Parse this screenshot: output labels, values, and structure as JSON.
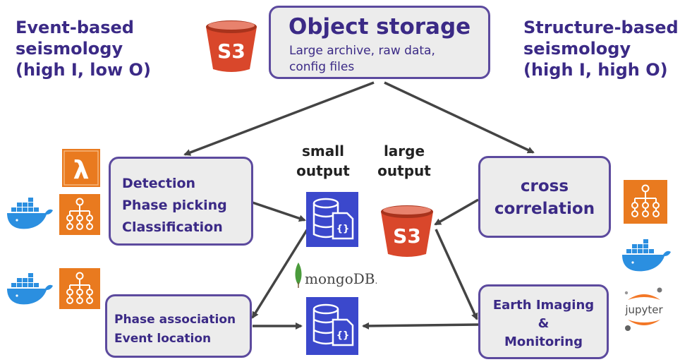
{
  "left_heading": [
    "Event-based",
    "seismology",
    "(high I, low O)"
  ],
  "right_heading": [
    "Structure-based",
    "seismology",
    "(high I, high O)"
  ],
  "storage": {
    "title": "Object storage",
    "subtitle_lines": [
      "Large archive, raw data,",
      "config files"
    ]
  },
  "detection_box": [
    "Detection",
    "Phase picking",
    "Classification"
  ],
  "association_box": [
    "Phase association",
    "Event location"
  ],
  "cross_box": [
    "cross",
    "correlation"
  ],
  "imaging_box": [
    "Earth Imaging",
    "&",
    "Monitoring"
  ],
  "small_output": [
    "small",
    "output"
  ],
  "large_output": [
    "large",
    "output"
  ],
  "s3_label": "S3",
  "mongodb_label": "mongoDB",
  "mongodb_suffix": ".",
  "jupyter_label": "jupyter",
  "lambda_symbol": "λ",
  "icons": [
    "s3-bucket-icon",
    "lambda-icon",
    "docker-icon",
    "step-functions-icon",
    "database-icon",
    "mongodb-leaf-icon",
    "jupyter-icon"
  ],
  "colors": {
    "accent": "#3b2a86",
    "box_border": "#5c4a9e",
    "box_fill": "#ececec",
    "s3_red": "#d9472b",
    "aws_orange": "#e97a1f",
    "docker_blue": "#2b8fe0",
    "db_blue": "#3b48cc",
    "mongo_green": "#4a9b3c",
    "jupyter_orange": "#f37726"
  }
}
